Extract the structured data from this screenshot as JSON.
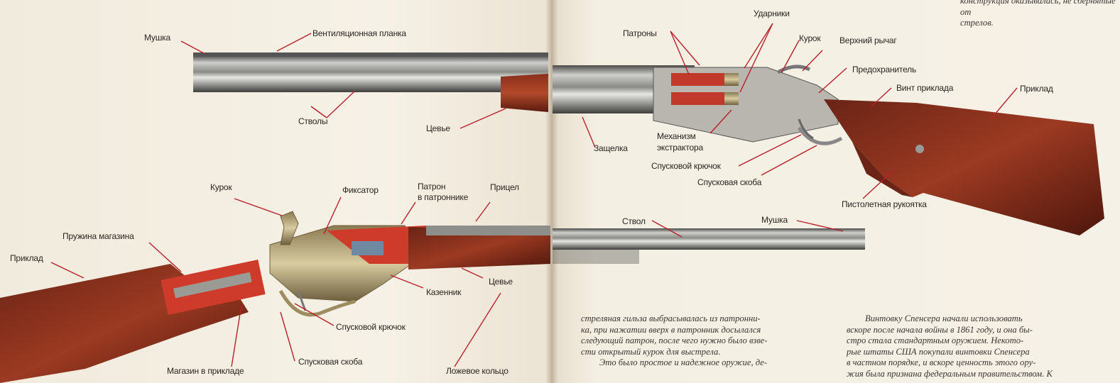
{
  "top_text": {
    "line1": "конструкция оказывалась, не сбернятые от",
    "line2": "стрелов."
  },
  "shotgun": {
    "labels": {
      "front_sight": "Мушка",
      "vent_rib": "Вентиляционная планка",
      "barrels": "Стволы",
      "forend": "Цевье",
      "cartridges": "Патроны",
      "strikers": "Ударники",
      "hammer": "Курок",
      "top_lever": "Верхний рычаг",
      "safety": "Предохранитель",
      "stock_screw": "Винт приклада",
      "stock": "Приклад",
      "latch": "Защелка",
      "extractor_line1": "Механизм",
      "extractor_line2": "экстрактора",
      "trigger": "Спусковой крючок",
      "trigger_guard": "Спусковая скоба",
      "pistol_grip": "Пистолетная рукоятка"
    }
  },
  "spencer": {
    "labels": {
      "hammer": "Курок",
      "lock": "Фиксатор",
      "chambered_line1": "Патрон",
      "chambered_line2": "в патроннике",
      "rear_sight": "Прицел",
      "magazine_spring": "Пружина магазина",
      "stock": "Приклад",
      "breech": "Казенник",
      "forend": "Цевье",
      "trigger": "Спусковой крючок",
      "trigger_guard": "Спусковая скоба",
      "stock_magazine": "Магазин в прикладе",
      "barrel_band": "Ложевое кольцо",
      "barrel": "Ствол",
      "front_sight": "Мушка"
    }
  },
  "body_text": {
    "col1": [
      "стреляная гильза выбрасывалась из патронни-",
      "ка, при нажатии вверх в патронник досылался",
      "следующий патрон, после чего нужно было взве-",
      "сти открытый курок для выстрела.",
      "Это было простое и надежное оружие, де-"
    ],
    "col2": [
      "Винтовку Спенсера начали использовать",
      "вскоре после начала войны в 1861 году, и она бы-",
      "стро стала стандартным оружием. Некото-",
      "рые штаты США покупали винтовки Спенсера",
      "в частном порядке, и вскоре ценность этого ору-",
      "жия была признана федеральным правительством. К"
    ]
  }
}
